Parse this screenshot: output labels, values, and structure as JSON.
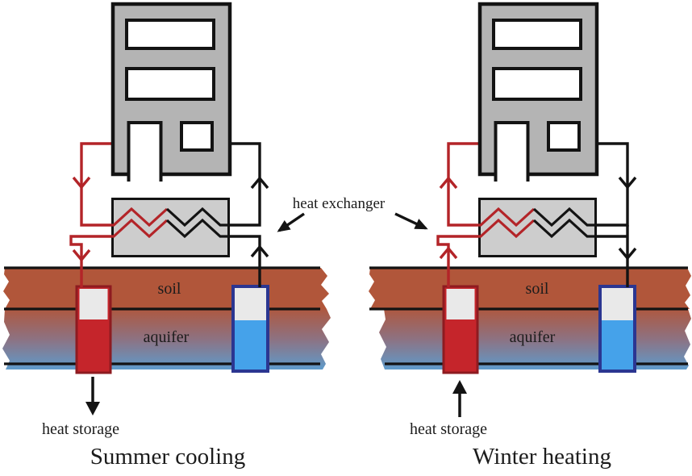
{
  "figure": {
    "heat_exchanger_label": "heat exchanger",
    "panels": [
      {
        "id": "summer",
        "title": "Summer cooling",
        "soil_label": "soil",
        "aquifer_label": "aquifer",
        "heat_storage_label": "heat storage"
      },
      {
        "id": "winter",
        "title": "Winter heating",
        "soil_label": "soil",
        "aquifer_label": "aquifer",
        "heat_storage_label": "heat storage"
      }
    ],
    "colors": {
      "warm_pipe": "#b32428",
      "cold_pipe": "#131313",
      "warm_well": "#c5252b",
      "warm_well_border": "#8e1b20",
      "cold_well": "#45a2ea",
      "cold_well_border": "#2b3691",
      "well_head": "#e9e9e9",
      "soil": "#b1563a",
      "aquifer_top": "#ae5840",
      "aquifer_mid": "#8d7282",
      "aquifer_bottom": "#5f9bcb",
      "building": "#b4b4b4",
      "heat_exchanger_box": "#cdcdcd"
    }
  }
}
